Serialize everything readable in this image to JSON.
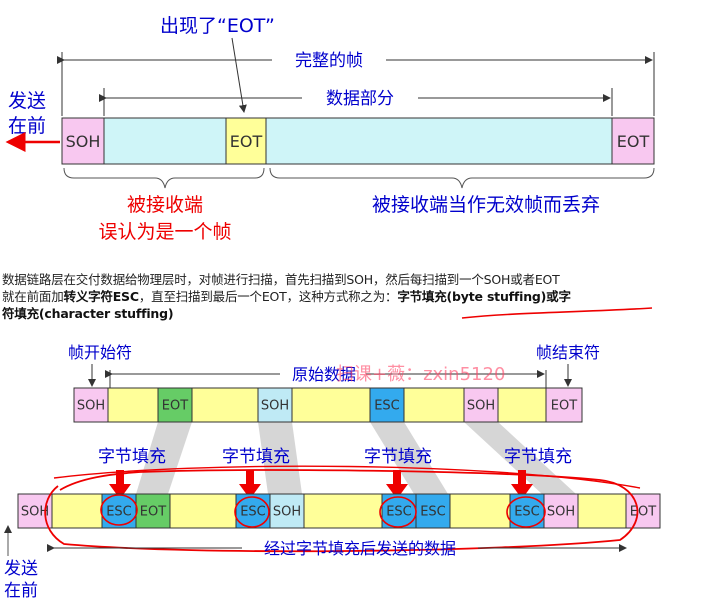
{
  "colors": {
    "soh": "#f8c8f0",
    "eot": "#ffff99",
    "data": "#cff5f8",
    "eot_green": "#66cc66",
    "esc": "#33aaee",
    "soh_light": "#bfeaf5",
    "data_yellow": "#ffff99",
    "blue_text": "#0000cc",
    "red": "#ee0000",
    "dark_red": "#aa0000",
    "grey": "#555555"
  },
  "top": {
    "callout": "出现了“EOT”",
    "complete_frame": "完整的帧",
    "data_part": "数据部分",
    "send_first_line1": "发送",
    "send_first_line2": "在前",
    "cells": [
      {
        "label": "SOH",
        "kind": "soh"
      },
      {
        "label": "",
        "kind": "data"
      },
      {
        "label": "EOT",
        "kind": "eot"
      },
      {
        "label": "",
        "kind": "data"
      },
      {
        "label": "EOT",
        "kind": "soh"
      }
    ],
    "receiver_line1": "被接收端",
    "receiver_line2": "误认为是一个帧",
    "discard": "被接收端当作无效帧而丢弃"
  },
  "paragraph": {
    "line1": "数据链路层在交付数据给物理层时，对帧进行扫描，首先扫描到SOH，然后每扫描到一个SOH或者EOT",
    "line2_a": "就在前面加",
    "line2_b": "转义字符ESC",
    "line2_c": "，直至扫描到最后一个EOT，这种方式称之为：",
    "line2_d": "字节填充(byte stuffing)或字",
    "line3": "符填充(character stuffing)"
  },
  "bottom": {
    "frame_start": "帧开始符",
    "original_data": "原始数据",
    "frame_end": "帧结束符",
    "watermark": "扫课+薇：zxin5120",
    "byte_stuffing": "字节填充",
    "send_first_line1": "发送",
    "send_first_line2": "在前",
    "stuffed_data": "经过字节填充后发送的数据",
    "original_cells": [
      {
        "label": "SOH",
        "kind": "soh"
      },
      {
        "label": "",
        "kind": "data_yellow"
      },
      {
        "label": "EOT",
        "kind": "eot_green"
      },
      {
        "label": "",
        "kind": "data_yellow"
      },
      {
        "label": "SOH",
        "kind": "soh_light"
      },
      {
        "label": "",
        "kind": "data_yellow"
      },
      {
        "label": "ESC",
        "kind": "esc"
      },
      {
        "label": "",
        "kind": "data_yellow"
      },
      {
        "label": "SOH",
        "kind": "soh"
      },
      {
        "label": "",
        "kind": "data_yellow"
      },
      {
        "label": "EOT",
        "kind": "soh"
      }
    ],
    "stuffed_cells": [
      {
        "label": "SOH",
        "kind": "soh"
      },
      {
        "label": "",
        "kind": "data_yellow"
      },
      {
        "label": "ESC",
        "kind": "esc"
      },
      {
        "label": "EOT",
        "kind": "eot_green"
      },
      {
        "label": "",
        "kind": "data_yellow"
      },
      {
        "label": "ESC",
        "kind": "esc"
      },
      {
        "label": "SOH",
        "kind": "soh_light"
      },
      {
        "label": "",
        "kind": "data_yellow"
      },
      {
        "label": "ESC",
        "kind": "esc"
      },
      {
        "label": "ESC",
        "kind": "esc"
      },
      {
        "label": "",
        "kind": "data_yellow"
      },
      {
        "label": "ESC",
        "kind": "esc"
      },
      {
        "label": "SOH",
        "kind": "soh"
      },
      {
        "label": "",
        "kind": "data_yellow"
      },
      {
        "label": "EOT",
        "kind": "soh"
      }
    ]
  }
}
